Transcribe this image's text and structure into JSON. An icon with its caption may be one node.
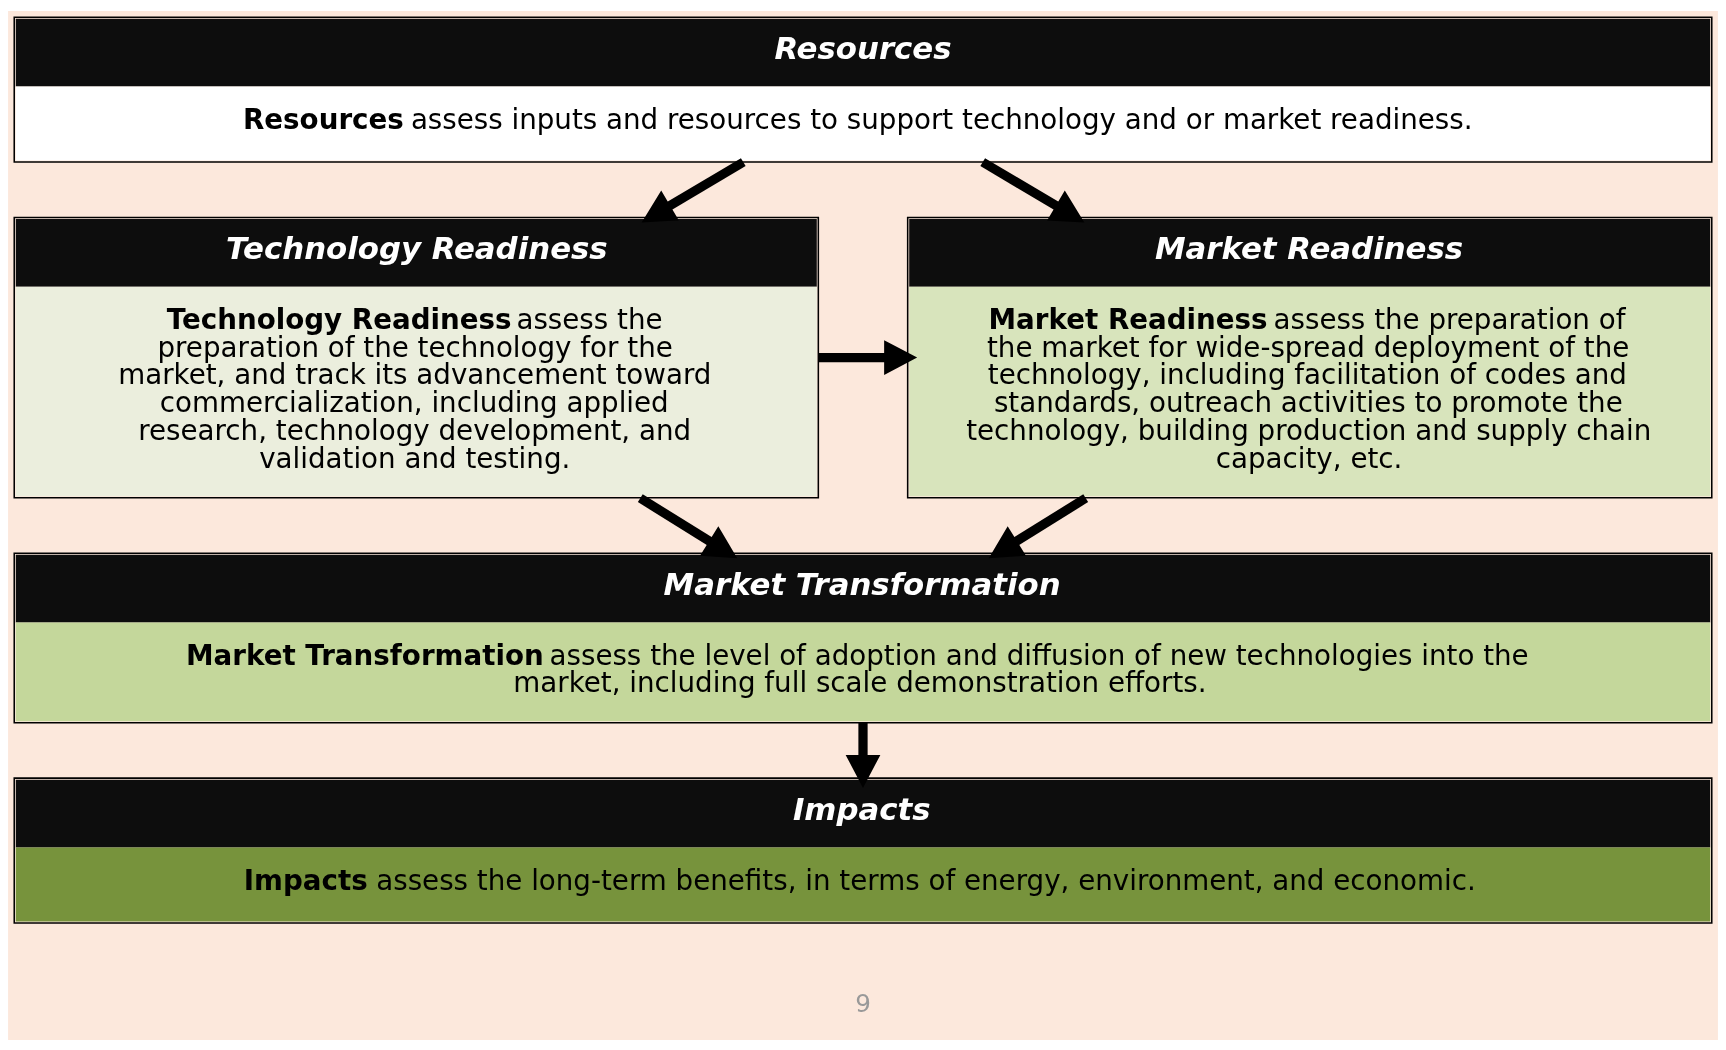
{
  "diagram": {
    "nodes": [
      {
        "text": [
          "Resources",
          "**Resources** assess inputs and resources to support technology and or market readiness."
        ]
      },
      {
        "text": [
          "Technology Readiness",
          "**Technology Readiness** assess the preparation of the technology for the market, and track its advancement toward commercialization, including applied research, technology development, and validation and testing."
        ]
      },
      {
        "text": [
          "Market Readiness",
          "**Market Readiness** assess the preparation of the market for wide-spread deployment of the technology, including facilitation of codes and standards, outreach activities to promote the technology, building production and supply chain capacity, etc."
        ]
      },
      {
        "text": [
          "Market Transformation",
          "**Market Transformation** assess the level of adoption and diffusion of new technologies into the market, including full scale demonstration efforts."
        ]
      },
      {
        "text": [
          "Impacts",
          "**Impacts** assess the long-term benefits, in terms of energy, environment, and economic."
        ]
      }
    ],
    "edges": [
      {
        "from": 0,
        "to": 1,
        "arrow": "to"
      },
      {
        "from": 0,
        "to": 2,
        "arrow": "to"
      },
      {
        "from": 1,
        "to": 2,
        "arrow": "to"
      },
      {
        "from": 1,
        "to": 3,
        "arrow": "to"
      },
      {
        "from": 2,
        "to": 3,
        "arrow": "to"
      },
      {
        "from": 3,
        "to": 4,
        "arrow": "to"
      }
    ],
    "labels": [
      "9"
    ]
  }
}
